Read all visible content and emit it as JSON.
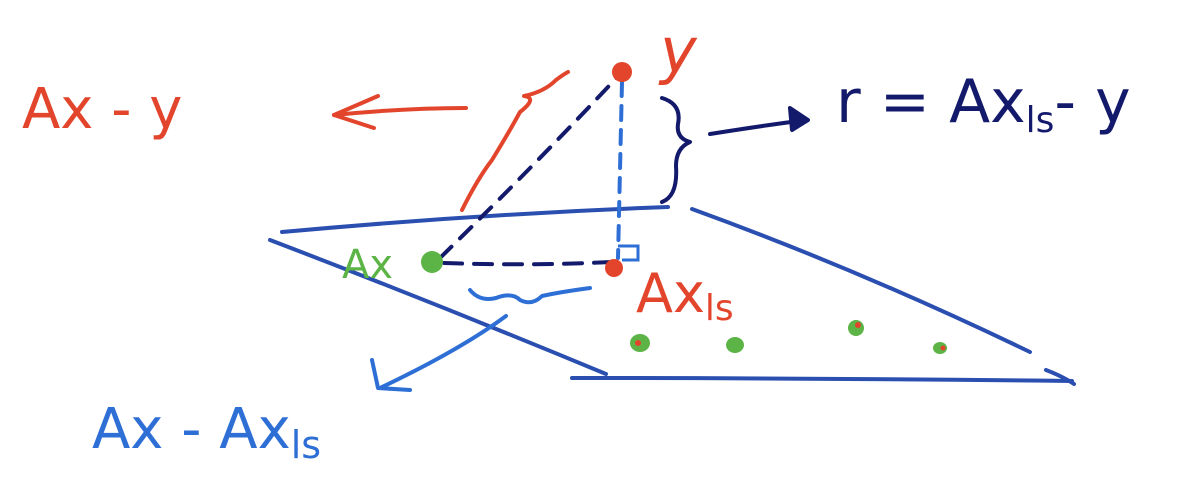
{
  "colors": {
    "red": "#e2452b",
    "navy": "#141a6b",
    "blue": "#2e6fd6",
    "plane": "#2a4fb0",
    "green": "#5cb446"
  },
  "labels": {
    "y": "y",
    "ax_left": "Ax - y",
    "residual": "r = Ax",
    "residual_sub": "ls",
    "residual_tail": "- y",
    "ax_point": "Ax",
    "axls_main": "Ax",
    "axls_sub": "ls",
    "diff_main": "Ax - Ax",
    "diff_sub": "ls"
  }
}
